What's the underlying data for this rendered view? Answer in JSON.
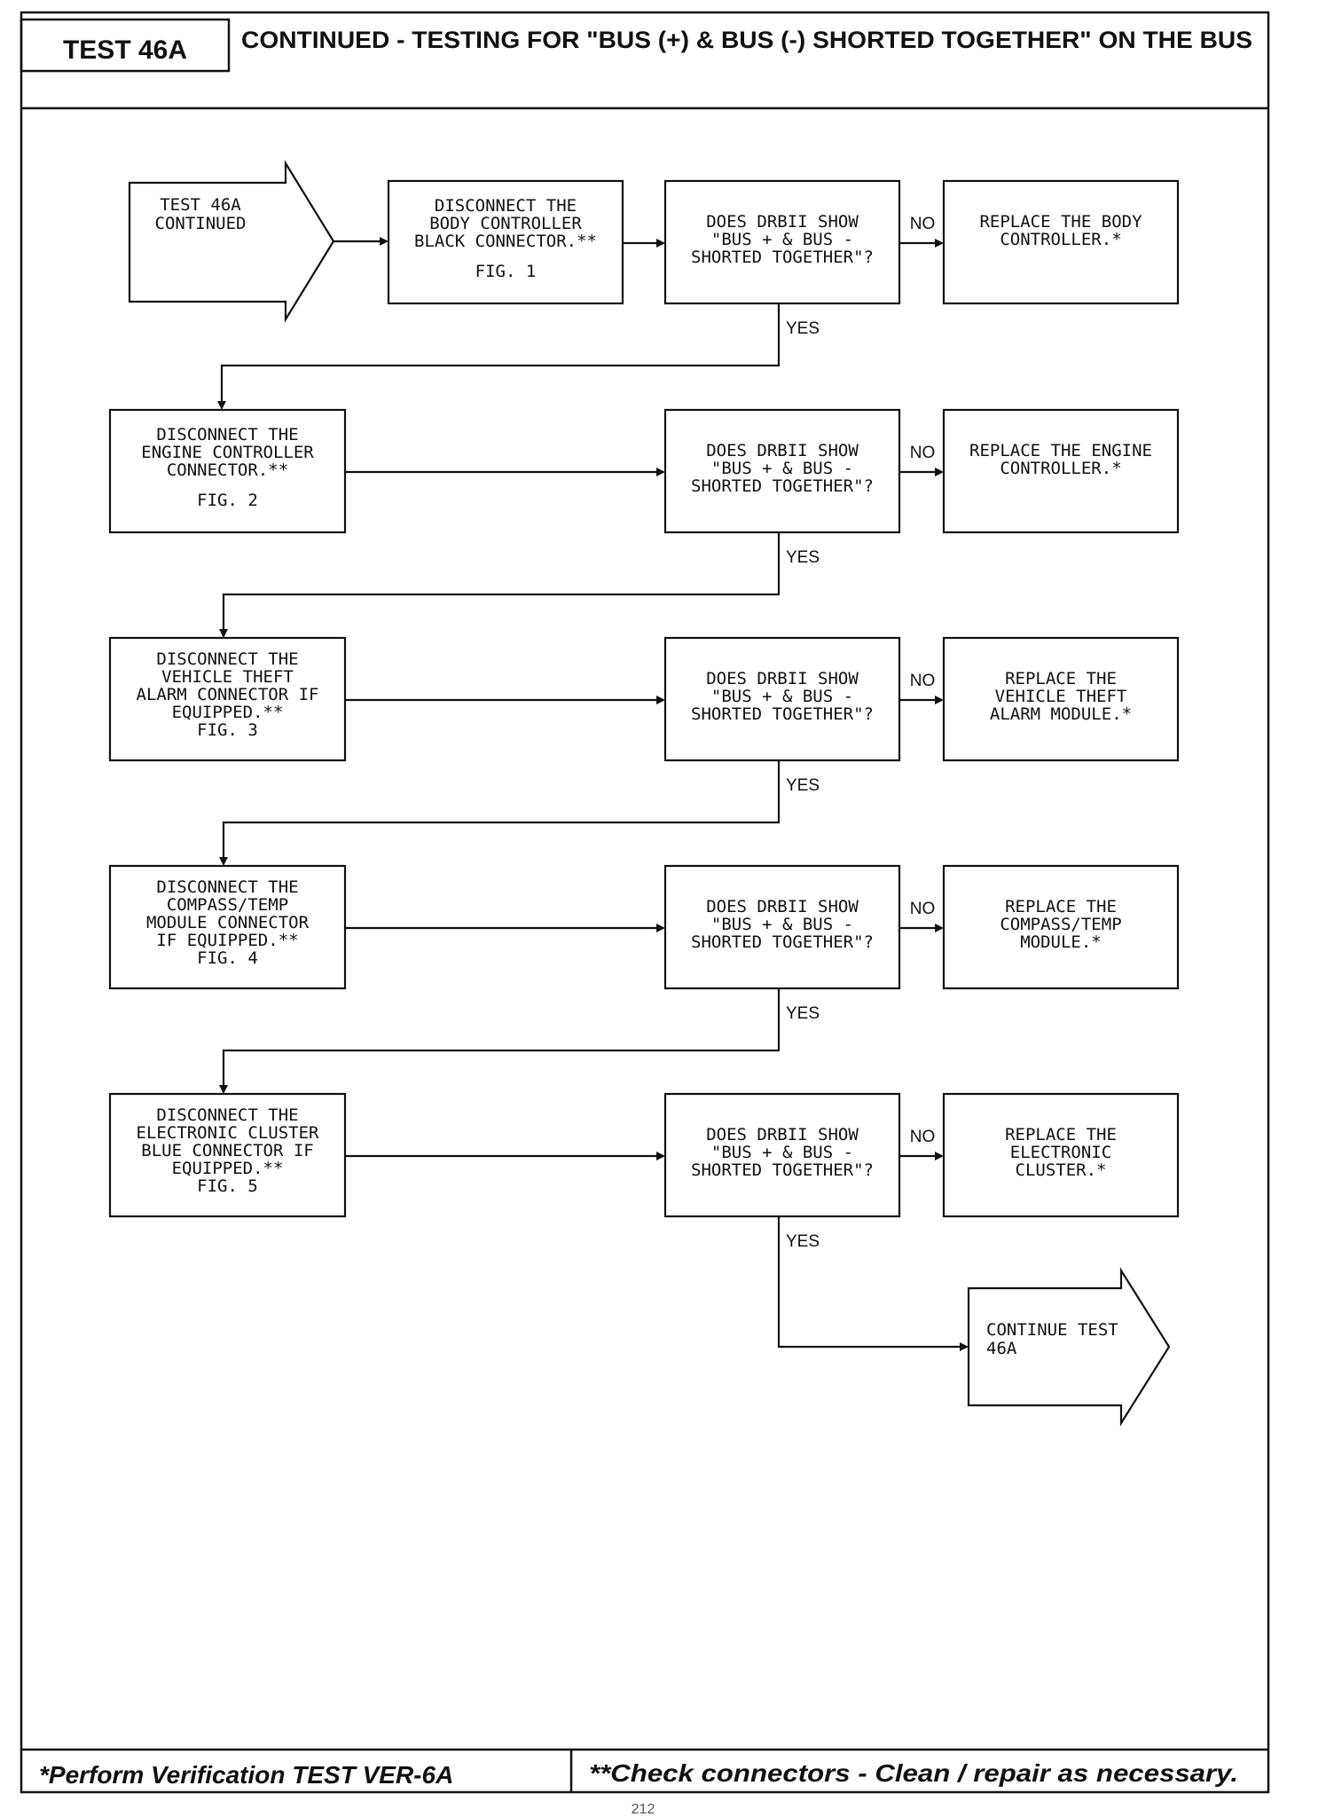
{
  "header": {
    "test_id": "TEST 46A",
    "title": "CONTINUED - TESTING FOR \"BUS (+) & BUS (-) SHORTED TOGETHER\" ON THE BUS"
  },
  "start_arrow": [
    "TEST 46A",
    "CONTINUED"
  ],
  "steps": [
    {
      "action": [
        "DISCONNECT THE",
        "BODY CONTROLLER",
        "BLACK CONNECTOR.**"
      ],
      "fig": "FIG. 1",
      "question": [
        "DOES DRBII SHOW",
        "\"BUS + & BUS -",
        "SHORTED TOGETHER\"?"
      ],
      "no_label": "NO",
      "result": [
        "REPLACE THE BODY",
        "CONTROLLER.*"
      ],
      "yes_label": "YES"
    },
    {
      "action": [
        "DISCONNECT THE",
        "ENGINE CONTROLLER",
        "CONNECTOR.**"
      ],
      "fig": "FIG. 2",
      "question": [
        "DOES DRBII SHOW",
        "\"BUS + & BUS -",
        "SHORTED TOGETHER\"?"
      ],
      "no_label": "NO",
      "result": [
        "REPLACE THE ENGINE",
        "CONTROLLER.*"
      ],
      "yes_label": "YES"
    },
    {
      "action": [
        "DISCONNECT THE",
        "VEHICLE THEFT",
        "ALARM CONNECTOR IF",
        "EQUIPPED.**"
      ],
      "fig": "FIG. 3",
      "question": [
        "DOES DRBII SHOW",
        "\"BUS + & BUS -",
        "SHORTED TOGETHER\"?"
      ],
      "no_label": "NO",
      "result": [
        "REPLACE THE",
        "VEHICLE THEFT",
        "ALARM MODULE.*"
      ],
      "yes_label": "YES"
    },
    {
      "action": [
        "DISCONNECT THE",
        "COMPASS/TEMP",
        "MODULE CONNECTOR",
        "IF EQUIPPED.**"
      ],
      "fig": "FIG. 4",
      "question": [
        "DOES DRBII SHOW",
        "\"BUS + & BUS -",
        "SHORTED TOGETHER\"?"
      ],
      "no_label": "NO",
      "result": [
        "REPLACE THE",
        "COMPASS/TEMP",
        "MODULE.*"
      ],
      "yes_label": "YES"
    },
    {
      "action": [
        "DISCONNECT THE",
        "ELECTRONIC CLUSTER",
        "BLUE CONNECTOR IF",
        "EQUIPPED.**"
      ],
      "fig": "FIG. 5",
      "question": [
        "DOES DRBII SHOW",
        "\"BUS + & BUS -",
        "SHORTED TOGETHER\"?"
      ],
      "no_label": "NO",
      "result": [
        "REPLACE THE",
        "ELECTRONIC",
        "CLUSTER.*"
      ],
      "yes_label": "YES"
    }
  ],
  "end_arrow": [
    "CONTINUE TEST",
    "46A"
  ],
  "footer": {
    "left": "*Perform Verification TEST VER-6A",
    "right": "**Check connectors - Clean / repair as necessary."
  },
  "page_number": "212"
}
